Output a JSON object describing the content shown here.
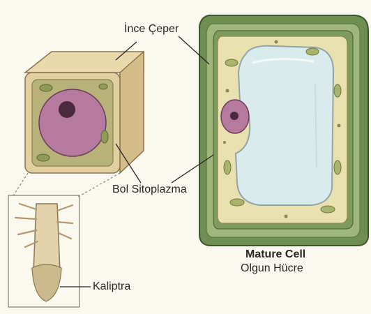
{
  "labels": {
    "thin_wall": "İnce Çeper",
    "abundant_cytoplasm": "Bol Sitoplazma",
    "calyptra": "Kaliptra",
    "mature_cell_title": "Mature Cell",
    "mature_cell_subtitle": "Olgun Hücre"
  },
  "colors": {
    "background": "#fbf8ef",
    "cell_wall_green": "#6f8f52",
    "cell_wall_light": "#9fb77e",
    "cytoplasm": "#e9e0b0",
    "nucleus": "#b57a9e",
    "nucleolus": "#4a2a3f",
    "vacuole": "#d9ebec",
    "young_cell_face": "#e2cfa0",
    "root_tip": "#e3d2ac"
  }
}
